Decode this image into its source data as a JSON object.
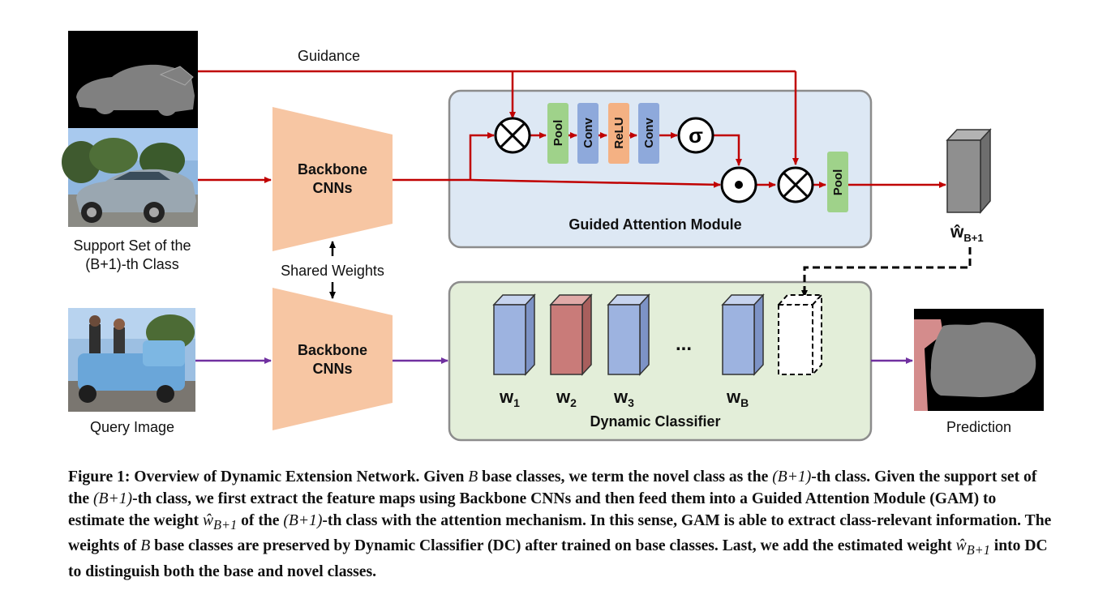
{
  "labels": {
    "guidance": "Guidance",
    "support_set_line1": "Support Set of the",
    "support_set_line2": "(B+1)-th Class",
    "shared_weights": "Shared Weights",
    "query_image": "Query Image",
    "prediction": "Prediction",
    "backbone_line1": "Backbone",
    "backbone_line2": "CNNs"
  },
  "gam": {
    "title": "Guided Attention Module",
    "pool": "Pool",
    "conv": "Conv",
    "relu": "ReLU",
    "sigma": "σ"
  },
  "dc": {
    "title": "Dynamic Classifier",
    "ellipsis": "...",
    "weights": [
      {
        "base": "w",
        "sub": "1"
      },
      {
        "base": "w",
        "sub": "2"
      },
      {
        "base": "w",
        "sub": "3"
      },
      {
        "base": "w",
        "sub": "B"
      }
    ]
  },
  "estimated_weight": {
    "base": "ŵ",
    "sub": "B+1"
  },
  "colors": {
    "support_arrow": "#c00000",
    "query_arrow": "#7030a0",
    "backbone": "#f7c6a3",
    "gam_bg": "#dde8f4",
    "dc_bg": "#e3eed9",
    "pool": "#9fd28a",
    "conv": "#8ea9db",
    "relu": "#f4b183",
    "weight_blue": "#9db3e0",
    "weight_red": "#c97b79"
  },
  "caption": {
    "label": "Figure 1:",
    "parts": [
      {
        "t": " Overview of Dynamic Extension Network. Given "
      },
      {
        "m": "B"
      },
      {
        "t": " base classes, we term the novel class as the "
      },
      {
        "m": "(B+1)"
      },
      {
        "t": "-th class. Given the support set of the "
      },
      {
        "m": "(B+1)"
      },
      {
        "t": "-th class, we first extract the feature maps using Backbone CNNs and then feed them into a Guided Attention Module (GAM) to estimate the weight "
      },
      {
        "m": "ŵ"
      },
      {
        "sub": "B+1"
      },
      {
        "t": " of the "
      },
      {
        "m": "(B+1)"
      },
      {
        "t": "-th class with the attention mechanism. In this sense, GAM is able to extract class-relevant information. The weights of "
      },
      {
        "m": "B"
      },
      {
        "t": " base classes are preserved by Dynamic Classifier (DC) after trained on base classes. Last, we add the estimated weight "
      },
      {
        "m": "ŵ"
      },
      {
        "sub": "B+1"
      },
      {
        "t": " into DC to distinguish both the base and novel classes."
      }
    ]
  }
}
